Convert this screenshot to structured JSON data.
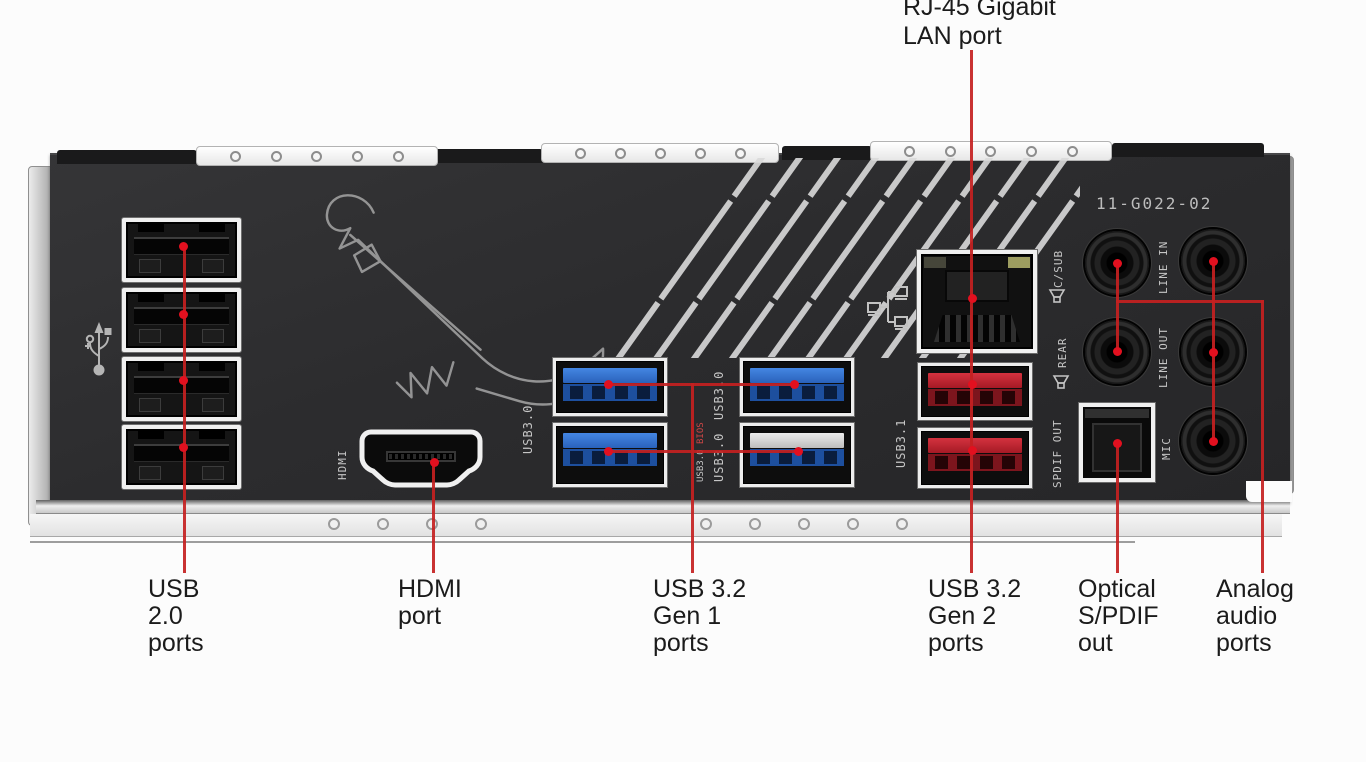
{
  "title_note": "Motherboard rear I/O panel diagram",
  "colors": {
    "annotation_red": "#c42121",
    "panel_dark": "#2c2c2e",
    "usb3_gen1_blue": "#2a62bb",
    "usb3_gen2_red": "#a51a25",
    "bracket_silver": "#c9c9c9",
    "label_text": "#1b1b1b",
    "panel_text": "#c6c6c6"
  },
  "callouts": {
    "lan": {
      "lines": [
        "RJ-45 Gigabit",
        "LAN port"
      ]
    },
    "usb2": {
      "lines": [
        "USB",
        "2.0",
        "ports"
      ]
    },
    "hdmi": {
      "lines": [
        "HDMI",
        "port"
      ]
    },
    "usb32gen1": {
      "lines": [
        "USB 3.2",
        "Gen 1",
        "ports"
      ]
    },
    "usb32gen2": {
      "lines": [
        "USB 3.2",
        "Gen 2",
        "ports"
      ]
    },
    "optical": {
      "lines": [
        "Optical",
        "S/PDIF",
        "out"
      ]
    },
    "analog": {
      "lines": [
        "Analog",
        "audio",
        "ports"
      ]
    }
  },
  "panel_labels": {
    "model_code": "11-G022-02",
    "usb30_left": "USB3.0",
    "usb30_mid_1": "USB3.0",
    "usb30_mid_2": "USB3.0",
    "bios": "BIOS",
    "bios_usb30": "USB3.0",
    "usb31": "USB3.1",
    "spdif_out": "SPDIF OUT",
    "hdmi": "HDMI",
    "audio_csub": "C/SUB",
    "audio_rear": "REAR",
    "audio_line_in": "LINE IN",
    "audio_line_out": "LINE OUT",
    "audio_mic": "MIC"
  },
  "icons": {
    "usb2_icon": "usb-trident",
    "lan_icon": "network-tree",
    "csub_icon": "speaker",
    "rear_icon": "speaker"
  }
}
